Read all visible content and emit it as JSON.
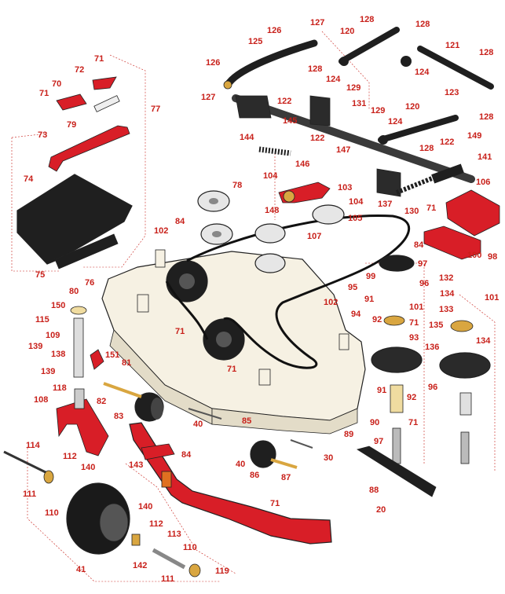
{
  "colors": {
    "callout_text": "#c8201a",
    "part_red": "#d81e27",
    "part_black": "#1f1f1f",
    "deck_cream": "#f6f1e3",
    "belt": "#111111",
    "metal": "#cfcfcf"
  },
  "labels": [
    "71",
    "72",
    "70",
    "71",
    "79",
    "77",
    "73",
    "74",
    "75",
    "76",
    "80",
    "150",
    "115",
    "109",
    "138",
    "139",
    "139",
    "151",
    "118",
    "108",
    "114",
    "112",
    "111",
    "110",
    "140",
    "140",
    "41",
    "112",
    "113",
    "110",
    "142",
    "111",
    "119",
    "126",
    "127",
    "125",
    "126",
    "127",
    "128",
    "128",
    "120",
    "124",
    "129",
    "128",
    "121",
    "124",
    "128",
    "123",
    "128",
    "122",
    "145",
    "131",
    "129",
    "124",
    "120",
    "122",
    "128",
    "149",
    "122",
    "141",
    "106",
    "144",
    "147",
    "104",
    "146",
    "103",
    "104",
    "148",
    "105",
    "107",
    "78",
    "84",
    "102",
    "71",
    "102",
    "71",
    "81",
    "82",
    "40",
    "83",
    "84",
    "143",
    "71",
    "85",
    "40",
    "86",
    "87",
    "30",
    "89",
    "88",
    "20",
    "137",
    "130",
    "71",
    "84",
    "100",
    "98",
    "97",
    "99",
    "95",
    "96",
    "91",
    "101",
    "92",
    "94",
    "71",
    "93",
    "91",
    "92",
    "90",
    "71",
    "97",
    "96",
    "132",
    "134",
    "133",
    "101",
    "135",
    "134",
    "136"
  ]
}
